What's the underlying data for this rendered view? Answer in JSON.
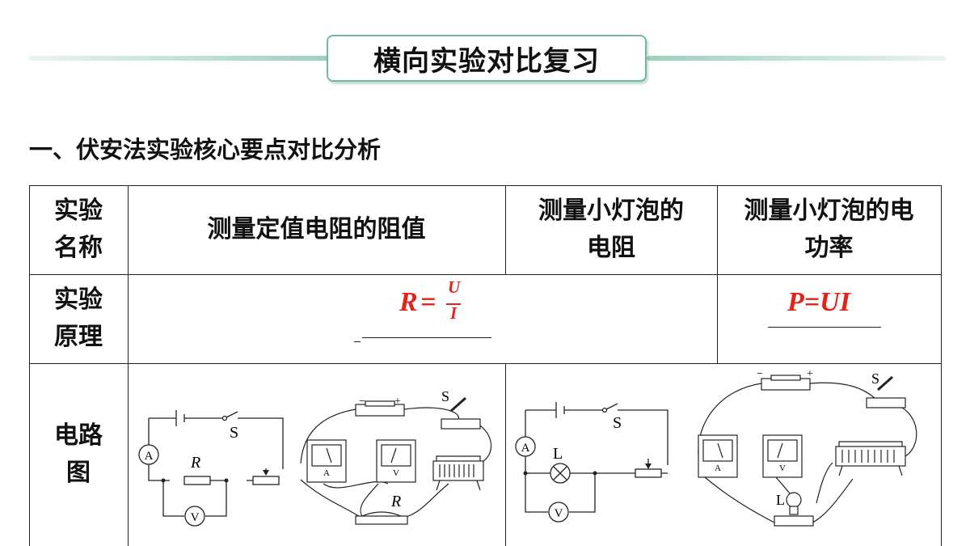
{
  "header": {
    "title": "横向实验对比复习"
  },
  "section": {
    "heading": "一、伏安法实验核心要点对比分析"
  },
  "table": {
    "row1": {
      "label": [
        "实验",
        "名称"
      ],
      "col1": "测量定值电阻的阻值",
      "col2": [
        "测量小灯泡的",
        "电阻"
      ],
      "col3": [
        "测量小灯泡的电",
        "功率"
      ]
    },
    "row2": {
      "label": [
        "实验",
        "原理"
      ],
      "formula1": {
        "lhs": "R",
        "eq": "=",
        "numerator": "U",
        "denominator": "I"
      },
      "formula2": "P=UI"
    },
    "row3": {
      "label": [
        "电路",
        "图"
      ]
    }
  },
  "circuits": {
    "switch_label": "S",
    "resistor_label": "R",
    "lamp_label": "L",
    "ammeter_label": "A",
    "voltmeter_label": "V",
    "minus": "−",
    "plus": "+"
  },
  "colors": {
    "accent_green": "#6dbd9a",
    "formula_red": "#e32219"
  }
}
